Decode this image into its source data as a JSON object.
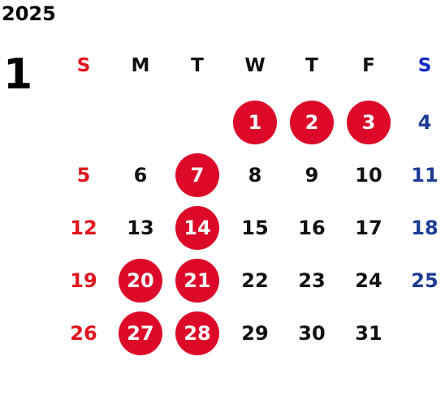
{
  "calendar": {
    "year": "2025",
    "month": "1",
    "weekdays": [
      "S",
      "M",
      "T",
      "W",
      "T",
      "F",
      "S"
    ],
    "leading_blanks": 3,
    "days": [
      "1",
      "2",
      "3",
      "4",
      "5",
      "6",
      "7",
      "8",
      "9",
      "10",
      "11",
      "12",
      "13",
      "14",
      "15",
      "16",
      "17",
      "18",
      "19",
      "20",
      "21",
      "22",
      "23",
      "24",
      "25",
      "26",
      "27",
      "28",
      "29",
      "30",
      "31"
    ],
    "holidays": [
      "1",
      "2",
      "3",
      "7",
      "14",
      "20",
      "21",
      "27",
      "28"
    ],
    "colors": {
      "sunday": "#e0141e",
      "saturday": "#1e3c96",
      "saturday_header": "#1428c8",
      "holiday_fill": "#dc0a28",
      "weekday": "#111111"
    }
  }
}
